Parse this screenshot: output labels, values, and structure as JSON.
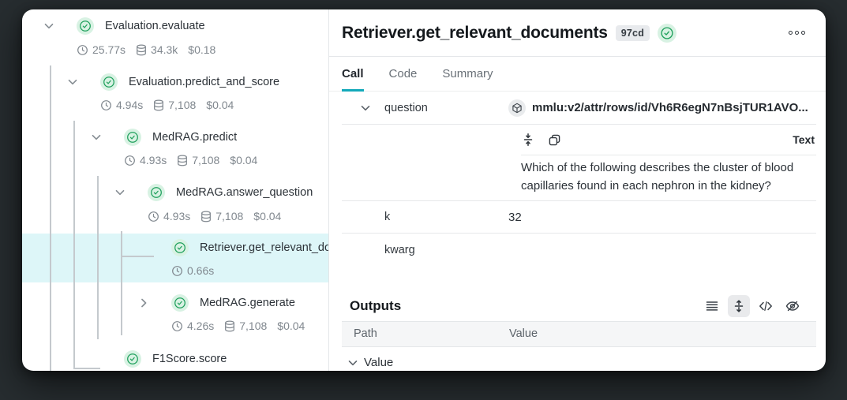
{
  "colors": {
    "accent_teal": "#13a9ba",
    "success_green": "#1fa05c",
    "success_green_bg": "#d8f2e3",
    "selected_row_bg": "#ddf6f8",
    "badge_bg": "#e8eaed"
  },
  "tree": {
    "nodes": [
      {
        "label": "Evaluation.evaluate",
        "level": 0,
        "chevron": "down",
        "time": "25.77s",
        "tokens": "34.3k",
        "cost": "$0.18",
        "selected": false
      },
      {
        "label": "Evaluation.predict_and_score",
        "level": 1,
        "chevron": "down",
        "time": "4.94s",
        "tokens": "7,108",
        "cost": "$0.04",
        "selected": false
      },
      {
        "label": "MedRAG.predict",
        "level": 2,
        "chevron": "down",
        "time": "4.93s",
        "tokens": "7,108",
        "cost": "$0.04",
        "selected": false
      },
      {
        "label": "MedRAG.answer_question",
        "level": 3,
        "chevron": "down",
        "time": "4.93s",
        "tokens": "7,108",
        "cost": "$0.04",
        "selected": false
      },
      {
        "label": "Retriever.get_relevant_documents",
        "level": 4,
        "chevron": "none",
        "time": "0.66s",
        "tokens": "",
        "cost": "",
        "selected": true
      },
      {
        "label": "MedRAG.generate",
        "level": 4,
        "chevron": "right",
        "time": "4.26s",
        "tokens": "7,108",
        "cost": "$0.04",
        "selected": false
      },
      {
        "label": "F1Score.score",
        "level": 2,
        "chevron": "none",
        "time": "",
        "tokens": "",
        "cost": "",
        "selected": false
      }
    ],
    "icon_legend": {
      "status": "check-circle-icon",
      "duration": "clock-icon",
      "tokens": "database-icon"
    }
  },
  "header": {
    "title": "Retriever.get_relevant_documents",
    "badge": "97cd",
    "status_icon": "check-circle-icon",
    "menu_icon": "overflow-dots-icon"
  },
  "tabs": [
    {
      "label": "Call",
      "active": true
    },
    {
      "label": "Code",
      "active": false
    },
    {
      "label": "Summary",
      "active": false
    }
  ],
  "inputs": {
    "rows": [
      {
        "key": "question",
        "ref": "mmlu:v2/attr/rows/id/Vh6R6egN7nBsjTUR1AVO...",
        "ref_icon": "cube-icon"
      },
      {
        "key": "k",
        "value": "32"
      },
      {
        "key": "kwarg",
        "value": ""
      }
    ],
    "question_value": {
      "type_label": "Text",
      "text": "Which of the following describes the cluster of blood capillaries found in each nephron in the kidney?",
      "toolbar_icons": [
        "collapse-vertical-icon",
        "copy-icon"
      ]
    }
  },
  "outputs": {
    "heading": "Outputs",
    "tool_icons": [
      "dense-lines-icon",
      "expand-vertical-icon",
      "code-icon",
      "eye-off-icon"
    ],
    "active_tool": "expand-vertical-icon",
    "columns": [
      "Path",
      "Value"
    ],
    "first_row_label": "Value"
  }
}
